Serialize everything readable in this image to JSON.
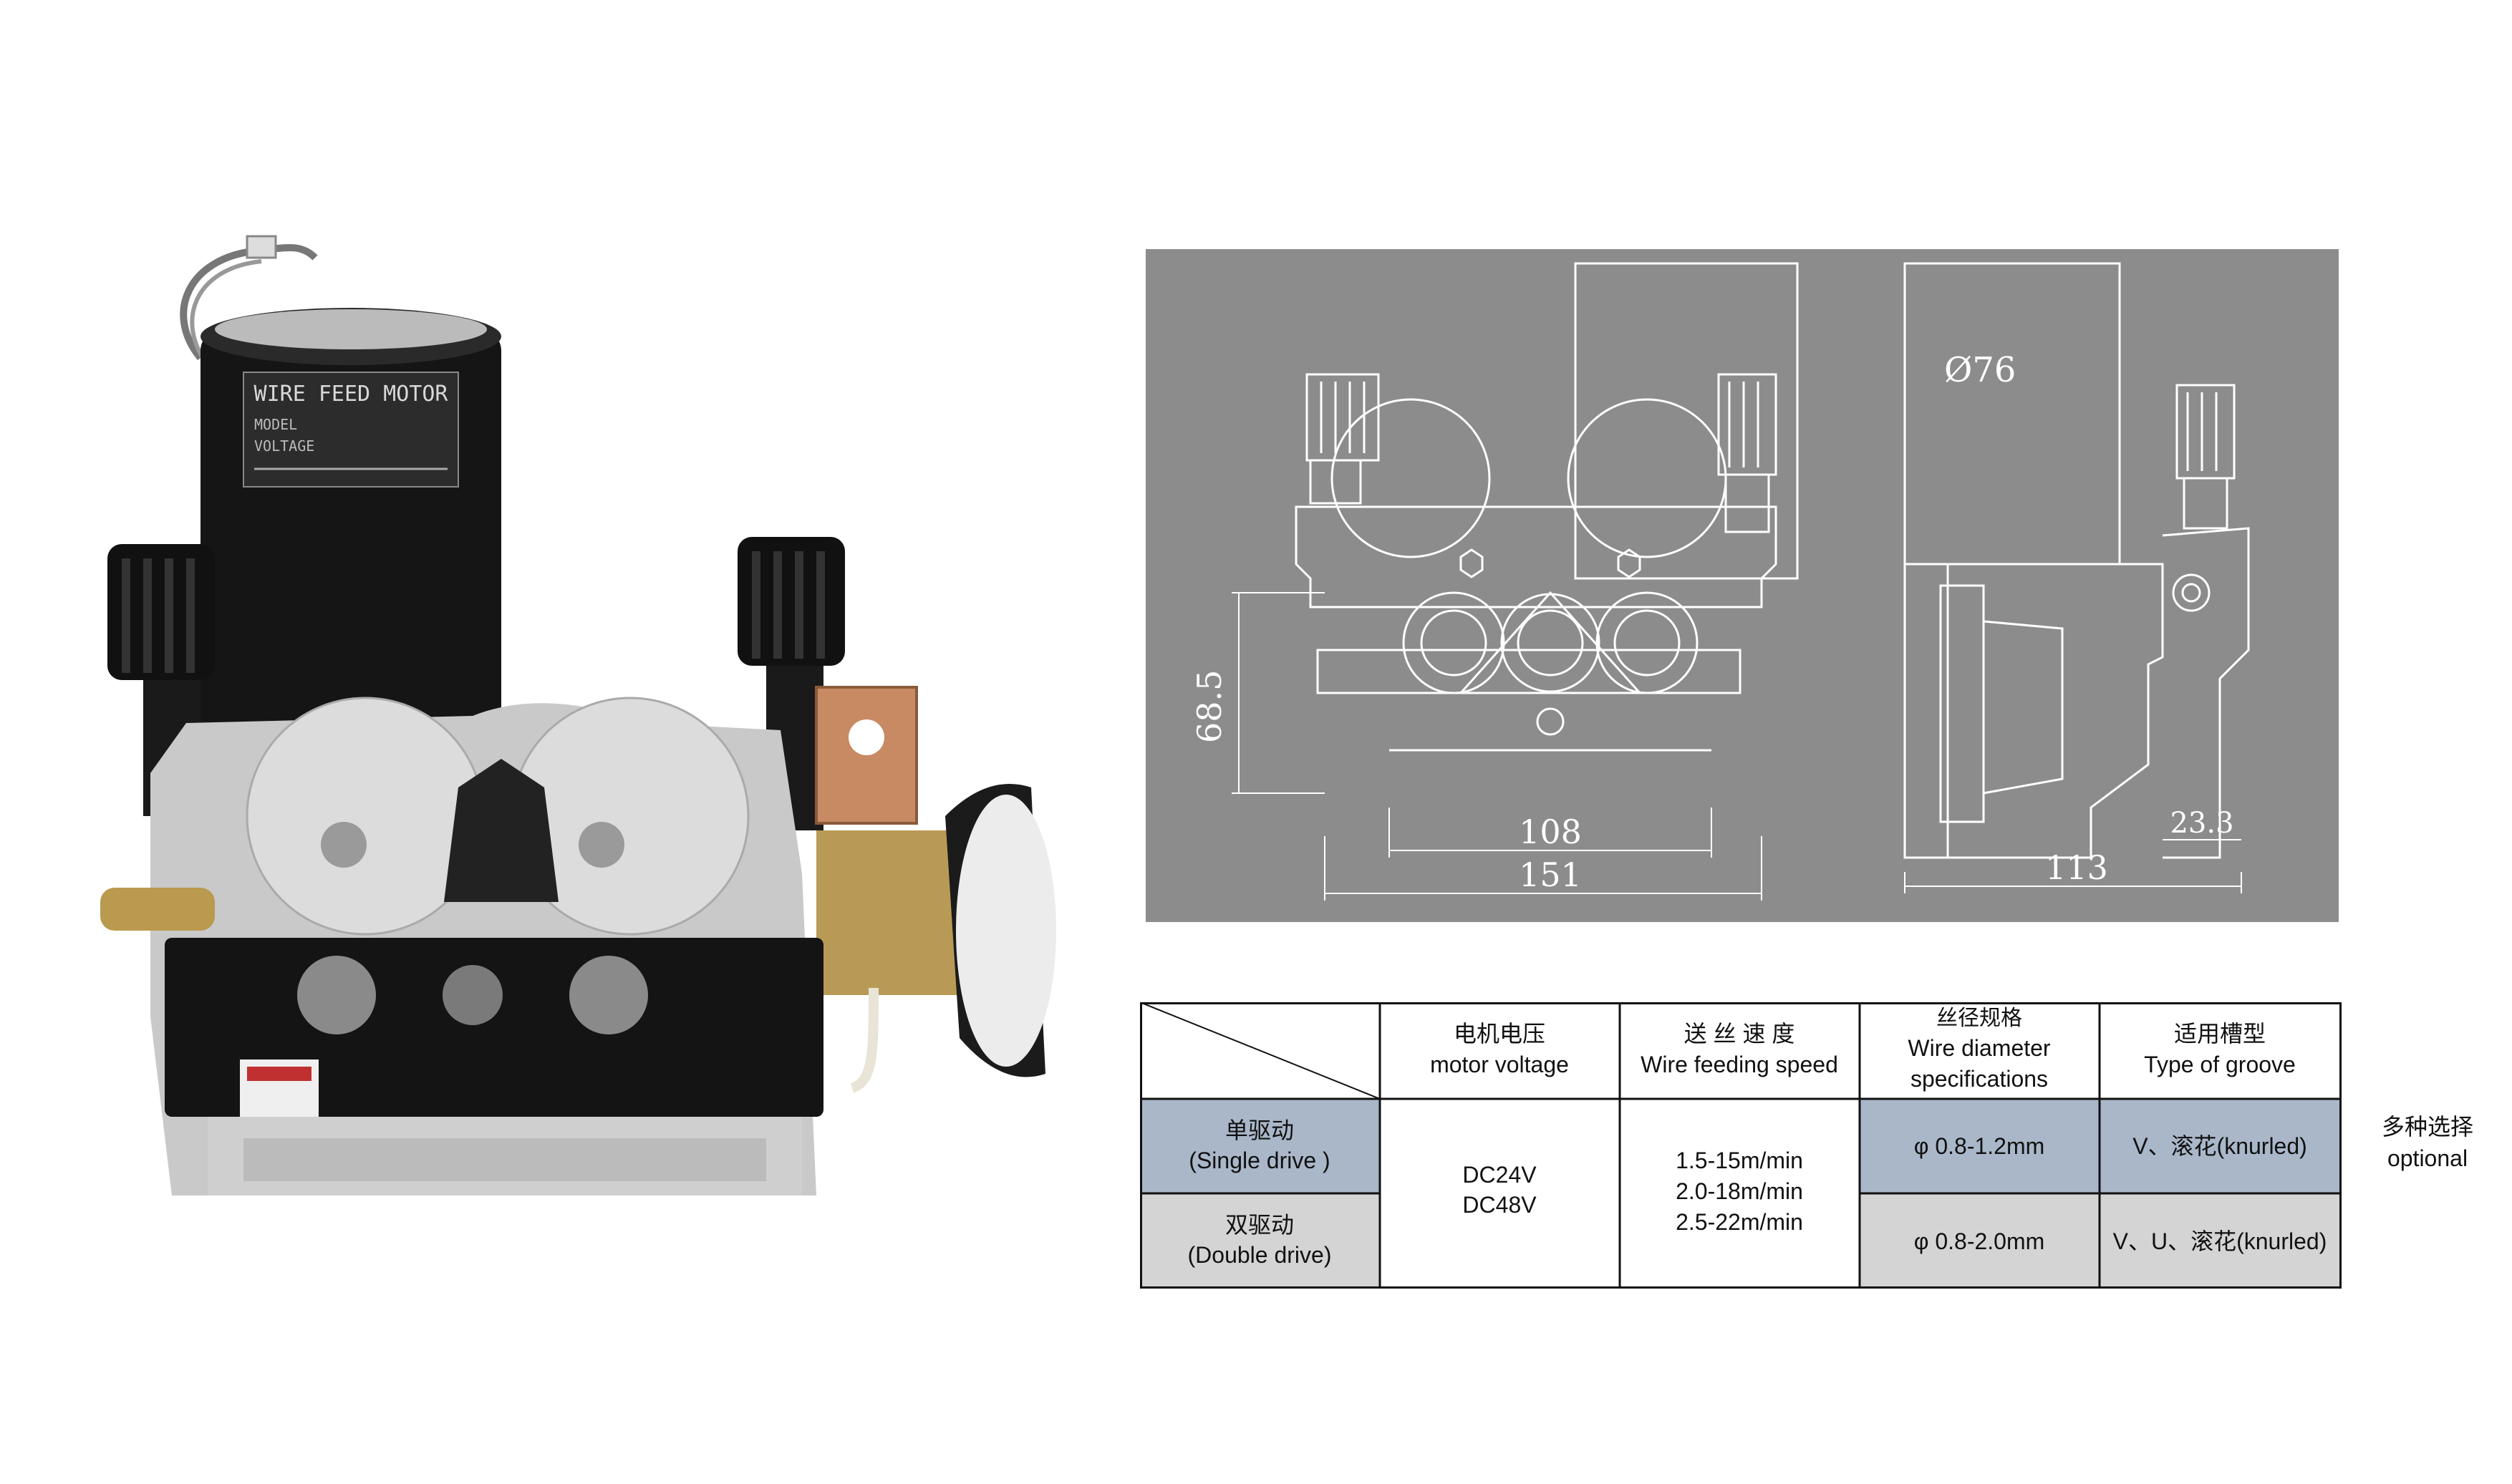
{
  "motor_label": {
    "line1": "WIRE FEED MOTOR",
    "line2": "MODEL",
    "line3": "VOLTAGE"
  },
  "drawing": {
    "diameter": "Ø76",
    "height": "68.5",
    "width_inner": "108",
    "width_outer": "151",
    "depth": "113",
    "offset": "23.3"
  },
  "table": {
    "headers": [
      {
        "cn": "电机电压",
        "en": "motor voltage"
      },
      {
        "cn": "送 丝 速 度",
        "en": "Wire feeding speed"
      },
      {
        "cn": "丝径规格",
        "en": "Wire diameter",
        "en2": "specifications"
      },
      {
        "cn": "适用槽型",
        "en": "Type of groove"
      }
    ],
    "rows": [
      {
        "cn": "单驱动",
        "en": "(Single drive )",
        "diameter": "φ 0.8-1.2mm",
        "groove": "V、滚花(knurled)"
      },
      {
        "cn": "双驱动",
        "en": "(Double drive)",
        "diameter": "φ 0.8-2.0mm",
        "groove": "V、U、滚花(knurled)"
      }
    ],
    "voltage": [
      "DC24V",
      "DC48V"
    ],
    "speed": [
      "1.5-15m/min",
      "2.0-18m/min",
      "2.5-22m/min"
    ],
    "colors": {
      "single_row": "#a9b7c9",
      "double_row": "#d4d4d4"
    }
  },
  "side_note": {
    "cn": "多种选择",
    "en": "optional"
  }
}
